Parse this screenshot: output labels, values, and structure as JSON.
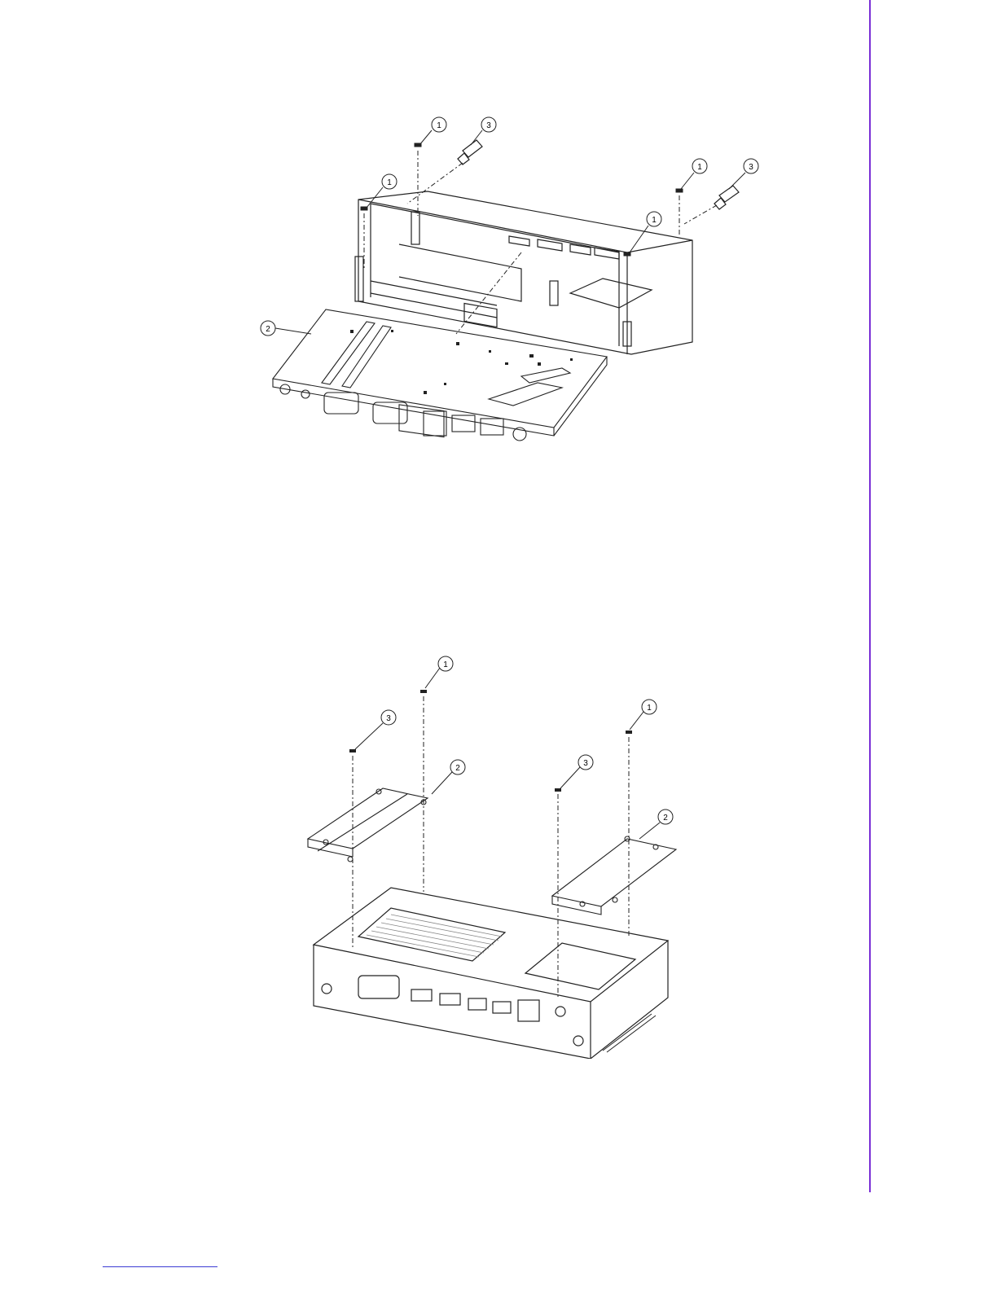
{
  "figure_top": {
    "callouts": [
      {
        "id": "top-callout-1a",
        "label": "1"
      },
      {
        "id": "top-callout-3a",
        "label": "3"
      },
      {
        "id": "top-callout-1b",
        "label": "1"
      },
      {
        "id": "top-callout-1c",
        "label": "1"
      },
      {
        "id": "top-callout-3b",
        "label": "3"
      },
      {
        "id": "top-callout-1d",
        "label": "1"
      },
      {
        "id": "top-callout-2",
        "label": "2"
      }
    ]
  },
  "figure_bottom": {
    "callouts": [
      {
        "id": "bottom-callout-1a",
        "label": "1"
      },
      {
        "id": "bottom-callout-1b",
        "label": "1"
      },
      {
        "id": "bottom-callout-3a",
        "label": "3"
      },
      {
        "id": "bottom-callout-2a",
        "label": "2"
      },
      {
        "id": "bottom-callout-3b",
        "label": "3"
      },
      {
        "id": "bottom-callout-2b",
        "label": "2"
      }
    ]
  },
  "colors": {
    "rule": "#7a2fd6",
    "link_rule": "#3b3bd4",
    "line": "#222222"
  }
}
